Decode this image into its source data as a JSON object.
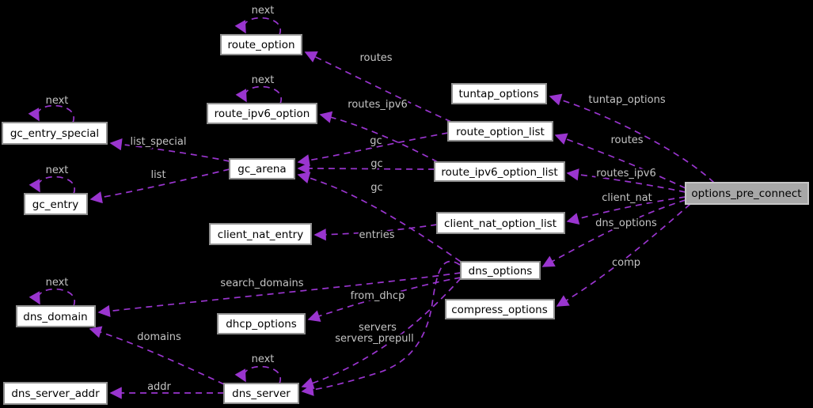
{
  "diagram": {
    "kind": "collaboration-graph",
    "highlighted_node": "options_pre_connect",
    "colors": {
      "background": "#000000",
      "edge": "#9a35cf",
      "edge_label_text": "#c4c4c4",
      "node_fill": "#ffffff",
      "node_border": "#8f8f8f",
      "node_text": "#000000",
      "highlight_node_fill": "#a8a8a8",
      "highlight_node_border": "#c6c6c6"
    },
    "nodes": [
      {
        "label": "route_option"
      },
      {
        "label": "route_ipv6_option"
      },
      {
        "label": "tuntap_options"
      },
      {
        "label": "route_option_list"
      },
      {
        "label": "gc_entry_special"
      },
      {
        "label": "gc_arena"
      },
      {
        "label": "route_ipv6_option_list"
      },
      {
        "label": "gc_entry"
      },
      {
        "label": "options_pre_connect"
      },
      {
        "label": "client_nat_entry"
      },
      {
        "label": "client_nat_option_list"
      },
      {
        "label": "dns_options"
      },
      {
        "label": "compress_options"
      },
      {
        "label": "dns_domain"
      },
      {
        "label": "dhcp_options"
      },
      {
        "label": "dns_server"
      },
      {
        "label": "dns_server_addr"
      }
    ],
    "edge_labels": [
      {
        "text": "next"
      },
      {
        "text": "routes"
      },
      {
        "text": "next"
      },
      {
        "text": "routes_ipv6"
      },
      {
        "text": "tuntap_options"
      },
      {
        "text": "routes"
      },
      {
        "text": "next"
      },
      {
        "text": "list_special"
      },
      {
        "text": "gc"
      },
      {
        "text": "gc"
      },
      {
        "text": "gc"
      },
      {
        "text": "routes_ipv6"
      },
      {
        "text": "next"
      },
      {
        "text": "list"
      },
      {
        "text": "client_nat"
      },
      {
        "text": "entries"
      },
      {
        "text": "dns_options"
      },
      {
        "text": "comp"
      },
      {
        "text": "next"
      },
      {
        "text": "search_domains"
      },
      {
        "text": "from_dhcp"
      },
      {
        "text": "servers"
      },
      {
        "text": "servers_prepull"
      },
      {
        "text": "domains"
      },
      {
        "text": "next"
      },
      {
        "text": "addr"
      }
    ]
  }
}
